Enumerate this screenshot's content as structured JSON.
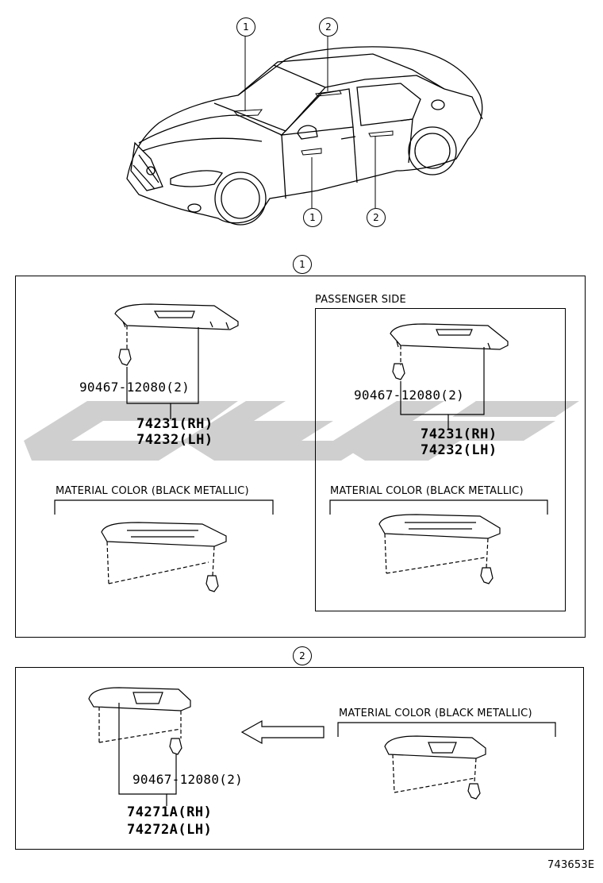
{
  "callouts": {
    "car_1_top": "1",
    "car_2_top": "2",
    "car_1_bottom": "1",
    "car_2_bottom": "2",
    "section1": "1",
    "section2": "2"
  },
  "section1": {
    "left": {
      "clip_part": "90467-12080(2)",
      "part_rh": "74231(RH)",
      "part_lh": "74232(LH)",
      "material_label": "MATERIAL COLOR (BLACK METALLIC)"
    },
    "passenger": {
      "title": "PASSENGER SIDE",
      "clip_part": "90467-12080(2)",
      "part_rh": "74231(RH)",
      "part_lh": "74232(LH)",
      "material_label": "MATERIAL COLOR (BLACK METALLIC)"
    }
  },
  "section2": {
    "clip_part": "90467-12080(2)",
    "part_rh": "74271A(RH)",
    "part_lh": "74272A(LH)",
    "material_label": "MATERIAL COLOR (BLACK METALLIC)"
  },
  "diagram_id": "743653E"
}
